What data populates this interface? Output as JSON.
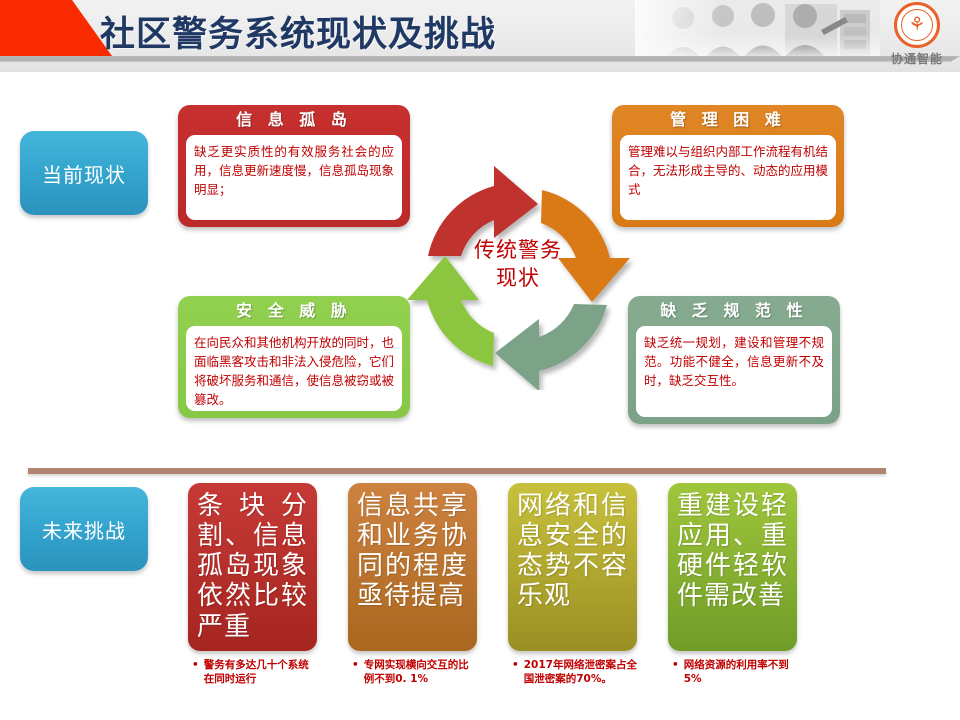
{
  "header": {
    "title": "社区警务系统现状及挑战",
    "logo_glyph": "⚘",
    "logo_text": "协通智能"
  },
  "sections": {
    "current_label": "当前现状",
    "future_label": "未来挑战"
  },
  "cycle": {
    "center_line1": "传统警务",
    "center_line2": "现状",
    "arrow_colors": [
      "#c0302e",
      "#d97a18",
      "#7ba287",
      "#8cc63f"
    ]
  },
  "current_cards": [
    {
      "title": "信 息 孤 岛",
      "body": "缺乏更实质性的有效服务社会的应用，信息更新速度慢，信息孤岛现象明显；",
      "color": "#bb2a2a"
    },
    {
      "title": "管 理 困 难",
      "body": "管理难以与组织内部工作流程有机结合，无法形成主导的、动态的应用模式",
      "color": "#d97a18"
    },
    {
      "title": "安 全 威 胁",
      "body": "在向民众和其他机构开放的同时，也面临黑客攻击和非法入侵危险，它们将破坏服务和通信，使信息被窃或被篡改。",
      "color": "#87c846"
    },
    {
      "title": "缺 乏 规 范 性",
      "body": "缺乏统一规划，建设和管理不规范。功能不健全，信息更新不及时，缺乏交互性。",
      "color": "#7ba287"
    }
  ],
  "future_cards": [
    {
      "text": "条块分割、信息孤岛现象依然比较严重",
      "note": "警务有多达几十个系统在同时运行",
      "bullet": "•",
      "color": "#a62520"
    },
    {
      "text": "信息共享和业务协同的程度亟待提高",
      "note": "专网实现横向交互的比例不到0. 1%",
      "bullet": "•",
      "color": "#a9671f"
    },
    {
      "text": "网络和信息安全的态势不容乐观",
      "note": "2017年网络泄密案占全国泄密案的70%。",
      "bullet": "•",
      "color": "#9a8f24"
    },
    {
      "text": "重建设轻应用、重硬件轻软件需改善",
      "note": "网络资源的利用率不到5%",
      "bullet": "•",
      "color": "#6f9c28"
    }
  ]
}
